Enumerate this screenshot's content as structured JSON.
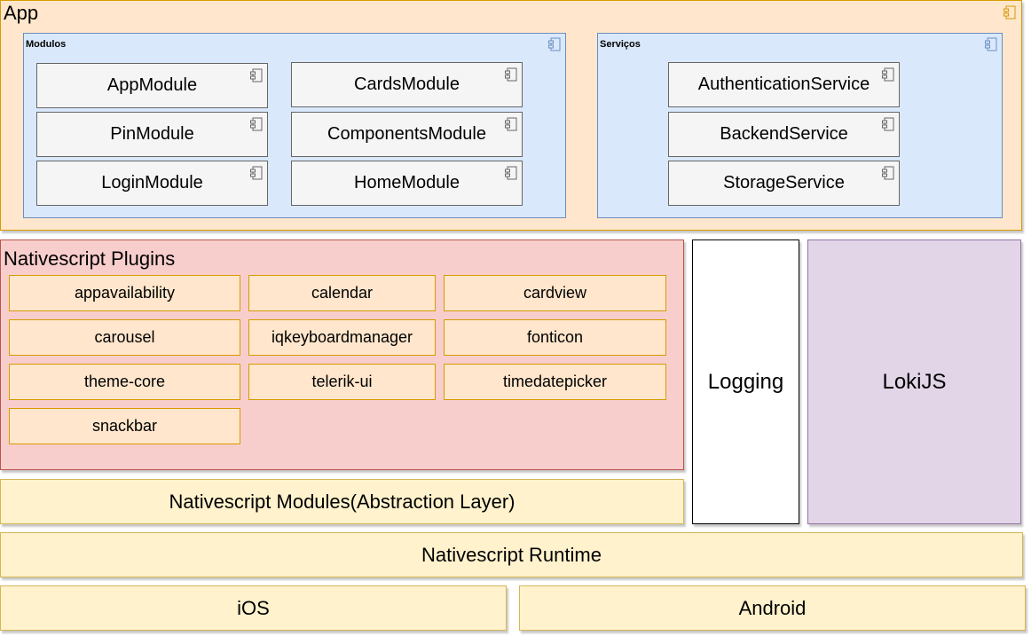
{
  "app": {
    "title": "App",
    "modulos": {
      "title": "Modulos",
      "items": [
        "AppModule",
        "CardsModule",
        "PinModule",
        "ComponentsModule",
        "LoginModule",
        "HomeModule"
      ]
    },
    "servicos": {
      "title": "Serviços",
      "items": [
        "AuthenticationService",
        "BackendService",
        "StorageService"
      ]
    }
  },
  "plugins": {
    "title": "Nativescript Plugins",
    "items": [
      "appavailability",
      "calendar",
      "cardview",
      "carousel",
      "iqkeyboardmanager",
      "fonticon",
      "theme-core",
      "telerik-ui",
      "timedatepicker",
      "snackbar"
    ]
  },
  "logging": {
    "label": "Logging"
  },
  "lokijs": {
    "label": "LokiJS"
  },
  "layers": {
    "modules": "Nativescript Modules(Abstraction Layer)",
    "runtime": "Nativescript Runtime",
    "ios": "iOS",
    "android": "Android"
  },
  "icons": {
    "component": "component-icon"
  },
  "colors": {
    "app_fill": "#ffe6cc",
    "app_stroke": "#d79b00",
    "group_fill": "#dae8fc",
    "group_stroke": "#6c8ebf",
    "module_fill": "#f5f5f5",
    "plugins_fill": "#f8cecc",
    "layer_fill": "#fff2cc",
    "lokijs_fill": "#e1d5e7"
  }
}
